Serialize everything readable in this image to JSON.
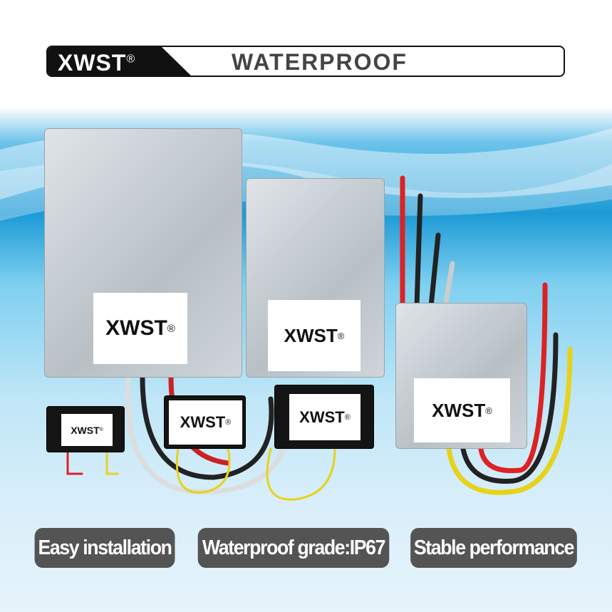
{
  "header": {
    "brand": "XWST",
    "registered": "®",
    "title": "WATERPROOF"
  },
  "products": [
    {
      "label": "XWST",
      "mark": "®"
    },
    {
      "label": "XWST",
      "mark": "®"
    },
    {
      "label": "XWST",
      "mark": "®"
    },
    {
      "label": "XWST",
      "mark": "®"
    },
    {
      "label": "XWST",
      "mark": "®"
    },
    {
      "label": "XWST",
      "mark": "®"
    }
  ],
  "features": [
    "Easy installation",
    "Waterproof grade:IP67",
    "Stable performance"
  ],
  "colors": {
    "accent": "#1d9ad6",
    "pill": "#545454"
  }
}
